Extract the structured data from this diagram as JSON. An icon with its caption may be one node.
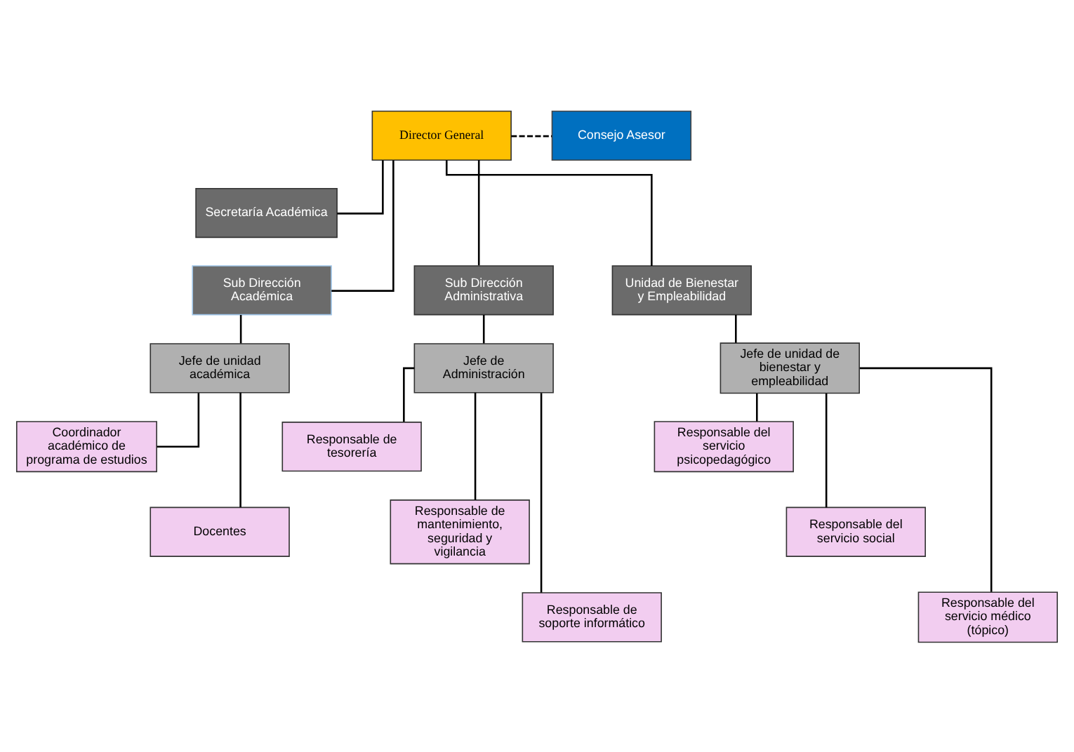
{
  "diagram": {
    "nodes": [
      {
        "text": [
          "Director General"
        ]
      },
      {
        "text": [
          "Consejo Asesor"
        ]
      },
      {
        "text": [
          "Secretaría Académica"
        ]
      },
      {
        "text": [
          "Sub Dirección Académica"
        ]
      },
      {
        "text": [
          "Sub Dirección Administrativa"
        ]
      },
      {
        "text": [
          "Unidad de Bienestar y Empleabilidad"
        ]
      },
      {
        "text": [
          "Jefe de unidad académica"
        ]
      },
      {
        "text": [
          "Coordinador académico de programa de estudios"
        ]
      },
      {
        "text": [
          "Docentes"
        ]
      },
      {
        "text": [
          "Jefe de Administración"
        ]
      },
      {
        "text": [
          "Responsable de tesorería"
        ]
      },
      {
        "text": [
          "Responsable de mantenimiento, seguridad y vigilancia"
        ]
      },
      {
        "text": [
          "Responsable de soporte informático"
        ]
      },
      {
        "text": [
          "Jefe de unidad de bienestar y empleabilidad"
        ]
      },
      {
        "text": [
          "Responsable del servicio psicopedagógico"
        ]
      },
      {
        "text": [
          "Responsable del servicio social"
        ]
      },
      {
        "text": [
          "Responsable del servicio médico (tópico)"
        ]
      }
    ],
    "edges": [
      {
        "from": 0,
        "to": 1,
        "arrow": "none",
        "style": "dashed"
      },
      {
        "from": 0,
        "to": 2,
        "arrow": "none"
      },
      {
        "from": 0,
        "to": 3,
        "arrow": "none"
      },
      {
        "from": 0,
        "to": 4,
        "arrow": "none"
      },
      {
        "from": 0,
        "to": 5,
        "arrow": "none"
      },
      {
        "from": 3,
        "to": 6,
        "arrow": "none"
      },
      {
        "from": 6,
        "to": 7,
        "arrow": "none"
      },
      {
        "from": 6,
        "to": 8,
        "arrow": "none"
      },
      {
        "from": 4,
        "to": 9,
        "arrow": "none"
      },
      {
        "from": 9,
        "to": 10,
        "arrow": "none"
      },
      {
        "from": 9,
        "to": 11,
        "arrow": "none"
      },
      {
        "from": 9,
        "to": 12,
        "arrow": "none"
      },
      {
        "from": 5,
        "to": 13,
        "arrow": "none"
      },
      {
        "from": 13,
        "to": 14,
        "arrow": "none"
      },
      {
        "from": 13,
        "to": 15,
        "arrow": "none"
      },
      {
        "from": 13,
        "to": 16,
        "arrow": "none"
      }
    ]
  }
}
